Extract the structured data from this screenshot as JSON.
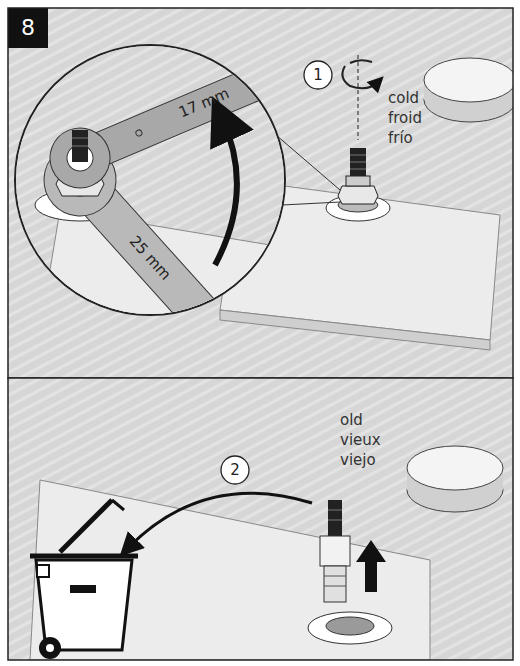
{
  "diagram": {
    "labels": [
      "8",
      "1",
      "cold",
      "froid",
      "frío",
      "17 mm",
      "25 mm",
      "2",
      "old",
      "vieux",
      "viejo"
    ]
  }
}
